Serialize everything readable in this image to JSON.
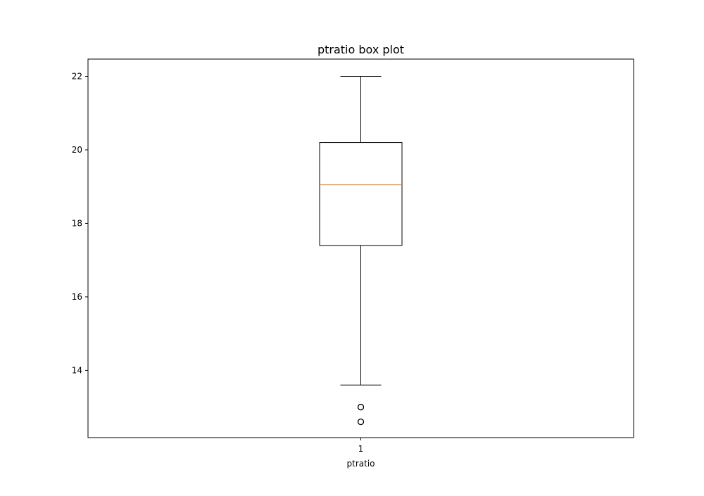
{
  "chart_data": {
    "type": "box",
    "title": "ptratio box plot",
    "xlabel": "ptratio",
    "ylabel": "",
    "categories": [
      "1"
    ],
    "ylim": [
      12.17,
      22.47
    ],
    "yticks": [
      14,
      16,
      18,
      20,
      22
    ],
    "grid": false,
    "boxes": [
      {
        "category": "1",
        "whisker_low": 13.6,
        "q1": 17.4,
        "median": 19.05,
        "q3": 20.2,
        "whisker_high": 22.0,
        "outliers": [
          13.0,
          13.0,
          12.6,
          12.6
        ]
      }
    ],
    "colors": {
      "box": "#000000",
      "median": "#ff7f0e",
      "outlier": "#000000"
    }
  }
}
